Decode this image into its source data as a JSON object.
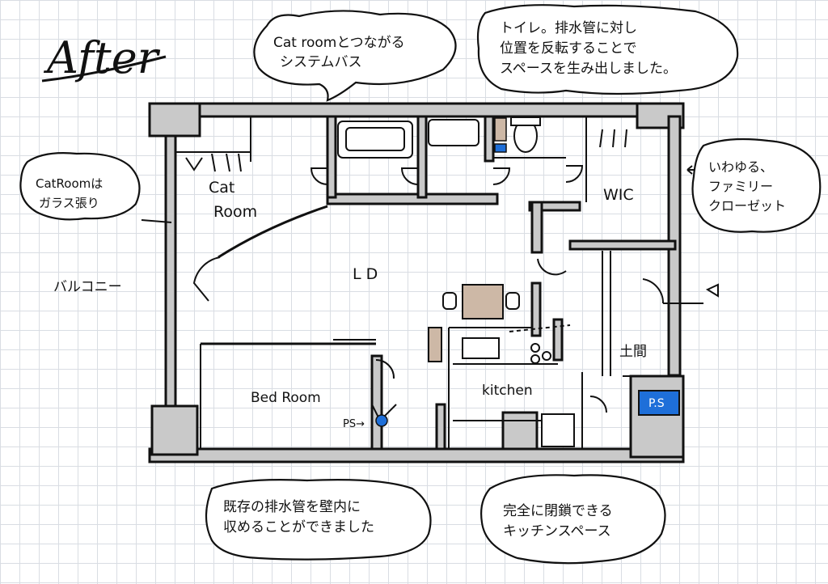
{
  "heading": "After",
  "notes": {
    "bath": [
      "Cat roomとつながる",
      "システムバス"
    ],
    "toilet": [
      "トイレ。排水管に対し",
      "位置を反転することで",
      "スペースを生み出しました。"
    ],
    "cat_glass": [
      "CatRoomは",
      "ガラス張り"
    ],
    "family_closet": [
      "いわゆる、",
      "ファミリー",
      "クローゼット"
    ],
    "drain": [
      "既存の排水管を壁内に",
      "収めることができました"
    ],
    "kitchen_closed": [
      "完全に閉鎖できる",
      "キッチンスペース"
    ]
  },
  "rooms": {
    "cat_room": [
      "Cat",
      "Room"
    ],
    "wic": "WIC",
    "ld": "L D",
    "balcony": "バルコニー",
    "doma": "土間",
    "bedroom": "Bed Room",
    "kitchen": "kitchen",
    "ps_left": "PS→",
    "ps_box": "P.S"
  },
  "colors": {
    "wall": "#c9c9c9",
    "ps_blue": "#1e6fd9",
    "furniture_tan": "#cdb8a6"
  }
}
